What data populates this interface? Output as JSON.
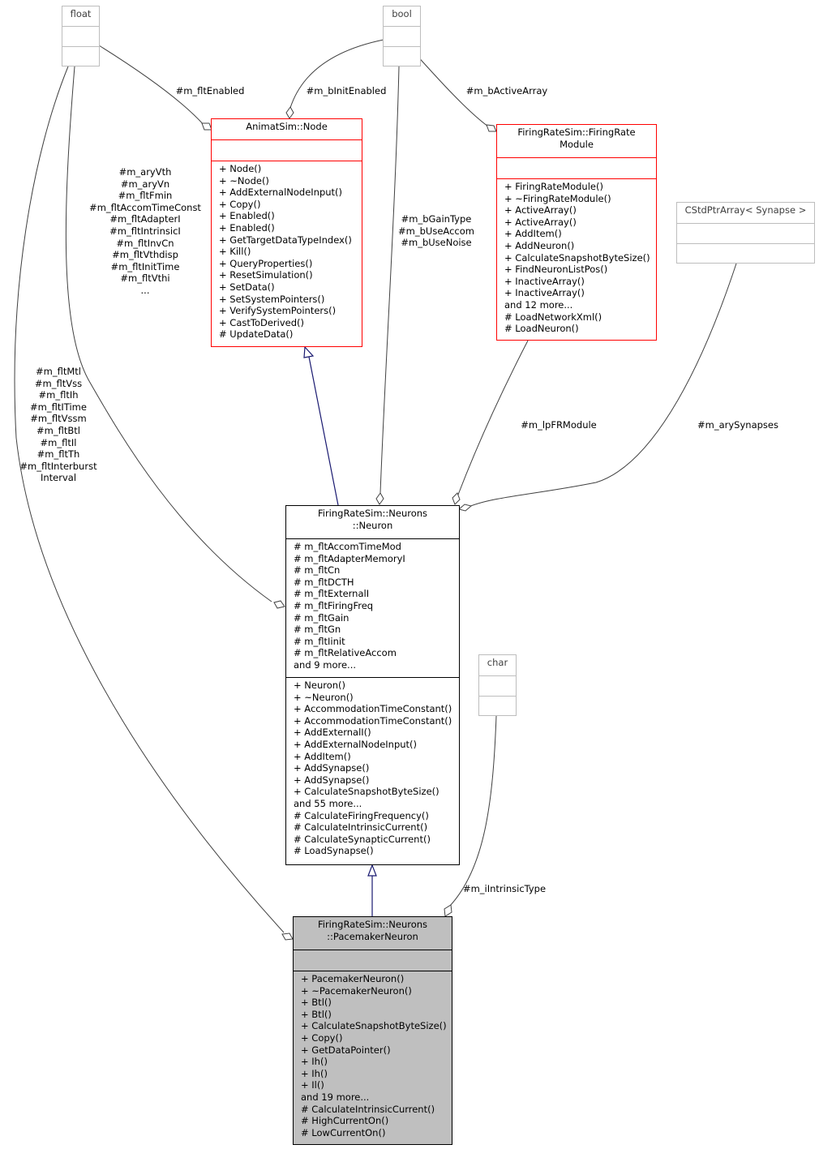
{
  "nodes": {
    "float": {
      "title": [
        "float"
      ],
      "attributes": [],
      "methods": []
    },
    "bool": {
      "title": [
        "bool"
      ],
      "attributes": [],
      "methods": []
    },
    "char": {
      "title": [
        "char"
      ],
      "attributes": [],
      "methods": []
    },
    "cstdptrarray": {
      "title": [
        "CStdPtrArray< Synapse >"
      ],
      "attributes": [],
      "methods": []
    },
    "node": {
      "title": [
        "AnimatSim::Node"
      ],
      "attributes": [],
      "methods": [
        "+ Node()",
        "+ ~Node()",
        "+ AddExternalNodeInput()",
        "+ Copy()",
        "+ Enabled()",
        "+ Enabled()",
        "+ GetTargetDataTypeIndex()",
        "+ Kill()",
        "+ QueryProperties()",
        "+ ResetSimulation()",
        "+ SetData()",
        "+ SetSystemPointers()",
        "+ VerifySystemPointers()",
        "+ CastToDerived()",
        "# UpdateData()"
      ]
    },
    "frmodule": {
      "title": [
        "FiringRateSim::FiringRate",
        "Module"
      ],
      "attributes": [],
      "methods": [
        "+ FiringRateModule()",
        "+ ~FiringRateModule()",
        "+ ActiveArray()",
        "+ ActiveArray()",
        "+ AddItem()",
        "+ AddNeuron()",
        "+ CalculateSnapshotByteSize()",
        "+ FindNeuronListPos()",
        "+ InactiveArray()",
        "+ InactiveArray()",
        "and 12 more...",
        "# LoadNetworkXml()",
        "# LoadNeuron()"
      ]
    },
    "neuron": {
      "title": [
        "FiringRateSim::Neurons",
        "::Neuron"
      ],
      "attributes": [
        "# m_fltAccomTimeMod",
        "# m_fltAdapterMemoryI",
        "# m_fltCn",
        "# m_fltDCTH",
        "# m_fltExternalI",
        "# m_fltFiringFreq",
        "# m_fltGain",
        "# m_fltGn",
        "# m_fltIinit",
        "# m_fltRelativeAccom",
        "and 9 more..."
      ],
      "methods": [
        "+ Neuron()",
        "+ ~Neuron()",
        "+ AccommodationTimeConstant()",
        "+ AccommodationTimeConstant()",
        "+ AddExternalI()",
        "+ AddExternalNodeInput()",
        "+ AddItem()",
        "+ AddSynapse()",
        "+ AddSynapse()",
        "+ CalculateSnapshotByteSize()",
        "and 55 more...",
        "# CalculateFiringFrequency()",
        "# CalculateIntrinsicCurrent()",
        "# CalculateSynapticCurrent()",
        "# LoadSynapse()"
      ]
    },
    "pacemaker": {
      "title": [
        "FiringRateSim::Neurons",
        "::PacemakerNeuron"
      ],
      "attributes": [],
      "methods": [
        "+ PacemakerNeuron()",
        "+ ~PacemakerNeuron()",
        "+ Btl()",
        "+ Btl()",
        "+ CalculateSnapshotByteSize()",
        "+ Copy()",
        "+ GetDataPointer()",
        "+ Ih()",
        "+ Ih()",
        "+ Il()",
        "and 19 more...",
        "# CalculateIntrinsicCurrent()",
        "# HighCurrentOn()",
        "# LowCurrentOn()"
      ]
    }
  },
  "edge_labels": {
    "float_node": [
      "#m_fltEnabled"
    ],
    "bool_node": [
      "#m_bInitEnabled"
    ],
    "bool_frmodule": [
      "#m_bActiveArray"
    ],
    "float_neuron": [
      "#m_aryVth",
      "#m_aryVn",
      "#m_fltFmin",
      "#m_fltAccomTimeConst",
      "#m_fltAdapterI",
      "#m_fltIntrinsicI",
      "#m_fltInvCn",
      "#m_fltVthdisp",
      "#m_fltInitTime",
      "#m_fltVthi",
      "..."
    ],
    "bool_neuron": [
      "#m_bGainType",
      "#m_bUseAccom",
      "#m_bUseNoise"
    ],
    "frmodule_neuron": [
      "#m_lpFRModule"
    ],
    "synapses_neuron": [
      "#m_arySynapses"
    ],
    "float_pacemaker": [
      "#m_fltMtl",
      "#m_fltVss",
      "#m_fltIh",
      "#m_fltITime",
      "#m_fltVssm",
      "#m_fltBtl",
      "#m_fltIl",
      "#m_fltTh",
      "#m_fltInterburst",
      "Interval"
    ],
    "char_pacemaker": [
      "#m_iIntrinsicType"
    ]
  },
  "colors": {
    "primitive_border": "#bdbdbd",
    "undocumented_border": "#ff0000",
    "class_border": "#000000",
    "focus_fill": "#bfbfbf",
    "inheritance_arrow": "#191970",
    "usage_edge": "#404040"
  }
}
